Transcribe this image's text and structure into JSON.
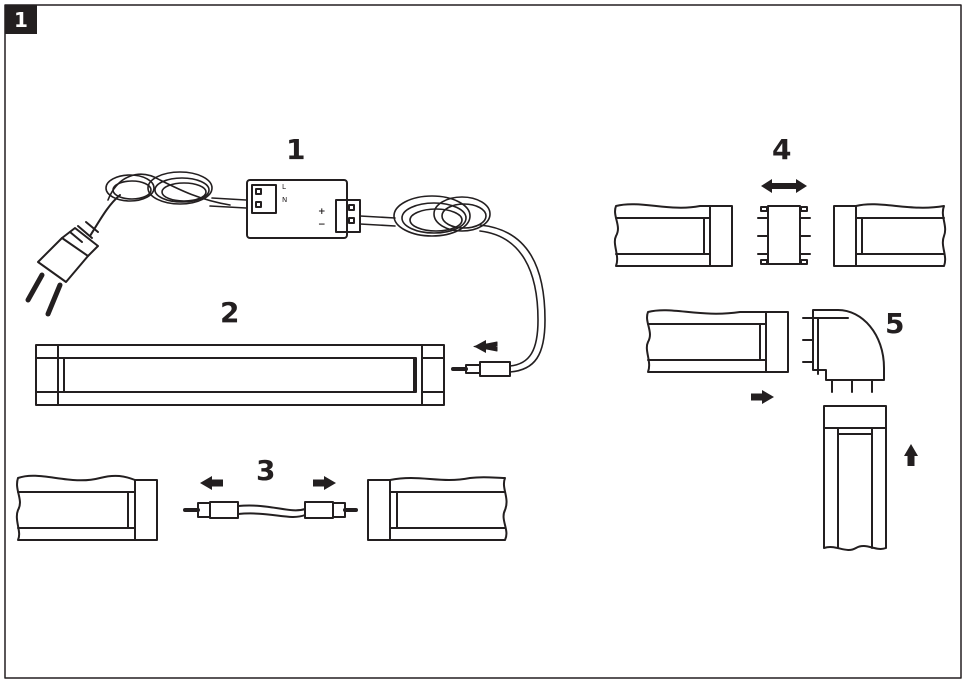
{
  "figure": {
    "badge": "1",
    "steps": [
      {
        "id": "power-supply",
        "number": "1"
      },
      {
        "id": "light-bar",
        "number": "2"
      },
      {
        "id": "extension-cable",
        "number": "3"
      },
      {
        "id": "straight-connector",
        "number": "4"
      },
      {
        "id": "corner-connector",
        "number": "5"
      }
    ],
    "driver": {
      "terminal_left_1": "L",
      "terminal_left_2": "N",
      "terminal_right_1": "+",
      "terminal_right_2": "−"
    }
  },
  "colors": {
    "line": "#231f20",
    "background": "#ffffff"
  }
}
